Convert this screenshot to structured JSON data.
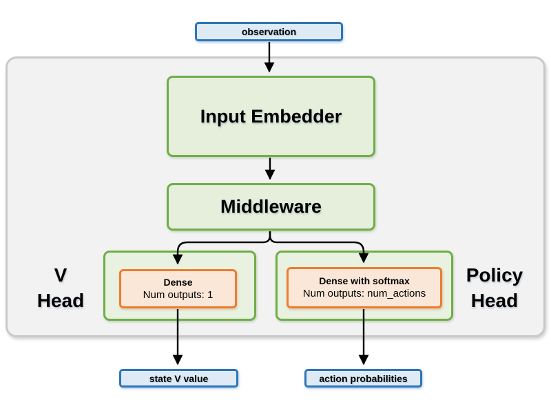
{
  "diagram": {
    "type": "flowchart",
    "nodes": {
      "observation": {
        "label": "observation"
      },
      "input_embedder": {
        "label": "Input Embedder"
      },
      "middleware": {
        "label": "Middleware"
      },
      "v_head": {
        "label_line1": "V",
        "label_line2": "Head"
      },
      "policy_head": {
        "label_line1": "Policy",
        "label_line2": "Head"
      },
      "dense": {
        "title": "Dense",
        "subtitle": "Num outputs: 1"
      },
      "dense_softmax": {
        "title": "Dense with softmax",
        "subtitle": "Num outputs: num_actions"
      },
      "state_v_value": {
        "label": "state V value"
      },
      "action_probabilities": {
        "label": "action probabilities"
      }
    },
    "edges": [
      {
        "from": "observation",
        "to": "input_embedder"
      },
      {
        "from": "input_embedder",
        "to": "middleware"
      },
      {
        "from": "middleware",
        "to": "dense"
      },
      {
        "from": "middleware",
        "to": "dense_softmax"
      },
      {
        "from": "dense",
        "to": "state_v_value"
      },
      {
        "from": "dense_softmax",
        "to": "action_probabilities"
      }
    ],
    "colors": {
      "io_fill": "#deebf7",
      "io_border": "#2e75b6",
      "block_fill": "#e5efdc",
      "block_border": "#70ad47",
      "layer_fill": "#fbe7d8",
      "layer_border": "#ed7d31",
      "container_fill": "#f2f2f2",
      "container_border": "#c9c9c9",
      "arrow": "#000000",
      "text": "#000000"
    }
  }
}
